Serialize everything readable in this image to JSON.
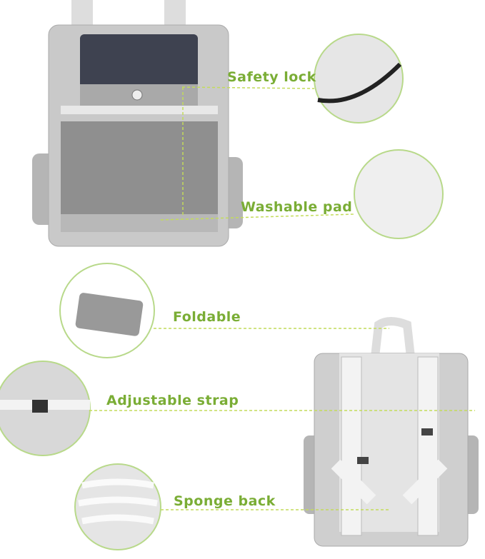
{
  "labels": {
    "safety_lock": "Safety lock",
    "washable_pad": "Washable pad",
    "foldable": "Foldable",
    "adjustable_strap": "Adjustable strap",
    "sponge_back": "Sponge back"
  },
  "colors": {
    "accent": "#7aad35",
    "fabric": "#c8c8c8",
    "mesh": "#8e8e8e",
    "circle_border": "#b8d98a"
  }
}
